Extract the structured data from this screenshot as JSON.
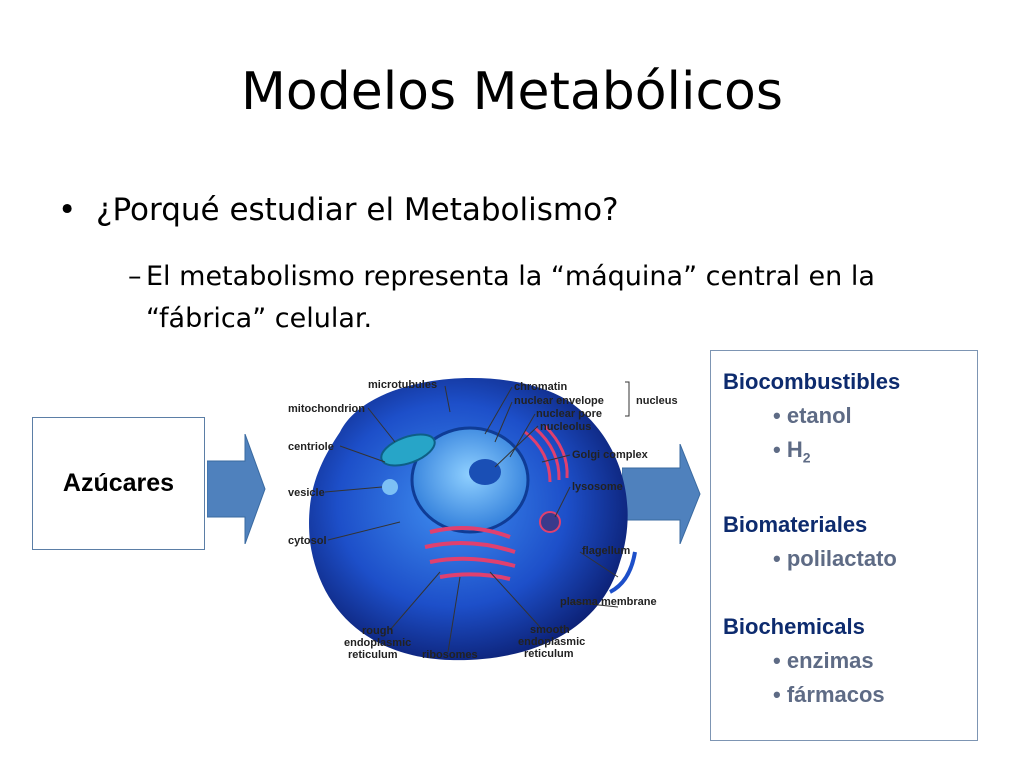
{
  "slide": {
    "title": "Modelos Metabólicos",
    "bullet1": "¿Porqué estudiar el Metabolismo?",
    "bullet2": "El metabolismo representa la “máquina” central en la “fábrica” celular."
  },
  "input_box": {
    "label": "Azúcares"
  },
  "cell_labels": {
    "microtubules": "microtubules",
    "mitochondrion": "mitochondrion",
    "centriole": "centriole",
    "vesicle": "vesicle",
    "cytosol": "cytosol",
    "chromatin": "chromatin",
    "nuclear_envelope": "nuclear envelope",
    "nuclear_pore": "nuclear pore",
    "nucleolus": "nucleolus",
    "nucleus": "nucleus",
    "golgi": "Golgi complex",
    "lysosome": "lysosome",
    "flagellum": "flagellum",
    "plasma_membrane": "plasma membrane",
    "smooth_1": "smooth",
    "smooth_2": "endoplasmic",
    "smooth_3": "reticulum",
    "rough_1": "rough",
    "rough_2": "endoplasmic",
    "rough_3": "reticulum",
    "ribosomes": "ribosomes"
  },
  "products": {
    "cat1": "Biocombustibles",
    "cat1_items": [
      "etanol",
      "H",
      "2"
    ],
    "cat2": "Biomateriales",
    "cat2_items": [
      "polilactato"
    ],
    "cat3": "Biochemicals",
    "cat3_items": [
      "enzimas",
      "fármacos"
    ],
    "bullet": "•"
  },
  "colors": {
    "arrow": "#4f81bd",
    "cell": "#1f4fc8",
    "er": "#e0406f"
  }
}
